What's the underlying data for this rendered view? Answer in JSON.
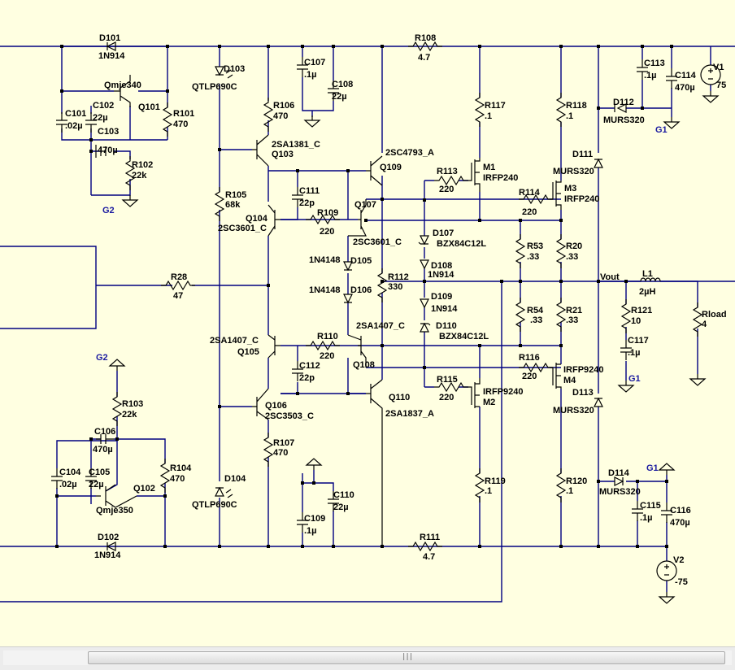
{
  "labels": {
    "d101": "D101",
    "d101v": "1N914",
    "r108": "R108",
    "r108v": "4.7",
    "v1": "V1",
    "v1v": "75",
    "d103": "D103",
    "d103v": "QTLP690C",
    "c107": "C107",
    "c107v": ".1µ",
    "c108": "C108",
    "c108v": "22µ",
    "c113": "C113",
    "c113v": ".1µ",
    "c114": "C114",
    "c114v": "470µ",
    "q101m": "Qmje340",
    "q101": "Q101",
    "c102": "C102",
    "c102v": "22µ",
    "c101": "C101",
    "c101v": ".02µ",
    "r101": "R101",
    "r101v": "470",
    "c103": "C103",
    "c103v": "470µ",
    "r106": "R106",
    "r106v": "470",
    "r117": "R117",
    "r117v": ".1",
    "r118": "R118",
    "r118v": ".1",
    "d112": "D112",
    "d112v": "MURS320",
    "g1a": "G1",
    "q103": "Q103",
    "q103m": "2SA1381_C",
    "q109m": "2SC4793_A",
    "q109": "Q109",
    "d111": "D111",
    "d111v": "MURS320",
    "r102": "R102",
    "r102v": "22k",
    "m1": "M1",
    "m1v": "IRFP240",
    "r113": "R113",
    "r113v": "220",
    "m3": "M3",
    "m3v": "IRFP240",
    "r114": "R114",
    "r114v": "220",
    "g2a": "G2",
    "r105": "R105",
    "r105v": "68k",
    "c111": "C111",
    "c111v": "22p",
    "q107": "Q107",
    "q104": "Q104",
    "q104m": "2SC3601_C",
    "r109": "R109",
    "r109v": "220",
    "q107m": "2SC3601_C",
    "d107": "D107",
    "d107v": "BZX84C12L",
    "r53": "R53",
    "r53v": ".33",
    "r20": "R20",
    "r20v": ".33",
    "d105v": "1N4148",
    "d105": "D105",
    "d108": "D108",
    "d108v": "1N914",
    "r112": "R112",
    "r112v": "330",
    "vout": "Vout",
    "l1": "L1",
    "l1v": "2µH",
    "r28": "R28",
    "r28v": "47",
    "d106v": "1N4148",
    "d106": "D106",
    "d109": "D109",
    "d109v": "1N914",
    "r121": "R121",
    "r121v": "10",
    "rload": "Rload",
    "rloadv": "4",
    "r54": "R54",
    "r54v": ".33",
    "r21": "R21",
    "r21v": ".33",
    "q108m": "2SA1407_C",
    "d110": "D110",
    "d110v": "BZX84C12L",
    "q105m": "2SA1407_C",
    "q105": "Q105",
    "r110": "R110",
    "r110v": "220",
    "c117": "C117",
    "c117v": ".1µ",
    "c112": "C112",
    "c112v": "22p",
    "q108": "Q108",
    "r116": "R116",
    "r116v": "220",
    "m4v": "IRFP9240",
    "m4": "M4",
    "g2b": "G2",
    "g1b": "G1",
    "r115": "R115",
    "r115v": "220",
    "m2v": "IRFP9240",
    "m2": "M2",
    "d113": "D113",
    "d113v": "MURS320",
    "q110": "Q110",
    "q110m": "2SA1837_A",
    "r103": "R103",
    "r103v": "22k",
    "q106": "Q106",
    "q106m": "2SC3503_C",
    "c106": "C106",
    "c106v": "470µ",
    "r107": "R107",
    "r107v": "470",
    "r104": "R104",
    "r104v": "470",
    "c104": "C104",
    "c104v": ".02µ",
    "c105": "C105",
    "c105v": "22µ",
    "q102": "Q102",
    "q102m": "Qmje350",
    "d104": "D104",
    "d104v": "QTLP690C",
    "c110": "C110",
    "c110v": "22µ",
    "r119": "R119",
    "r119v": ".1",
    "r120": "R120",
    "r120v": ".1",
    "d114": "D114",
    "d114v": "MURS320",
    "g1c": "G1",
    "c115": "C115",
    "c115v": ".1µ",
    "c116": "C116",
    "c116v": "470µ",
    "c109": "C109",
    "c109v": ".1µ",
    "d102": "D102",
    "d102v": "1N914",
    "r111": "R111",
    "r111v": "4.7",
    "v2": "V2",
    "v2v": "-75"
  },
  "scrollbar": {
    "grip": "|||"
  },
  "colors": {
    "wire": "#000080",
    "background": "#ffffe1",
    "component": "#000000",
    "net_flag": "#1a1aa0"
  }
}
